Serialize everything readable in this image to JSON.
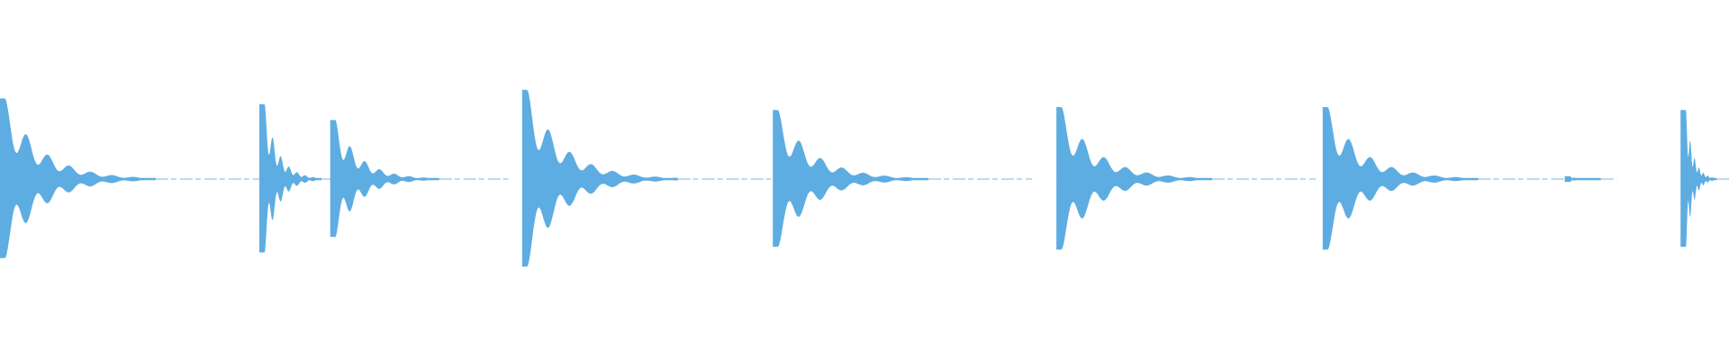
{
  "waveform": {
    "color": "#5dade2",
    "background": "#ffffff",
    "events": [
      {
        "time_fraction": 0.0,
        "peak": 0.56,
        "tail": 0.1
      },
      {
        "time_fraction": 0.15,
        "peak": 0.52,
        "tail": 0.04
      },
      {
        "time_fraction": 0.191,
        "peak": 0.41,
        "tail": 0.07
      },
      {
        "time_fraction": 0.302,
        "peak": 0.62,
        "tail": 0.1
      },
      {
        "time_fraction": 0.447,
        "peak": 0.48,
        "tail": 0.1
      },
      {
        "time_fraction": 0.611,
        "peak": 0.5,
        "tail": 0.1
      },
      {
        "time_fraction": 0.765,
        "peak": 0.5,
        "tail": 0.1
      },
      {
        "time_fraction": 0.905,
        "peak": 0.02,
        "tail": 0.02
      },
      {
        "time_fraction": 0.972,
        "peak": 0.48,
        "tail": 0.02
      }
    ]
  }
}
